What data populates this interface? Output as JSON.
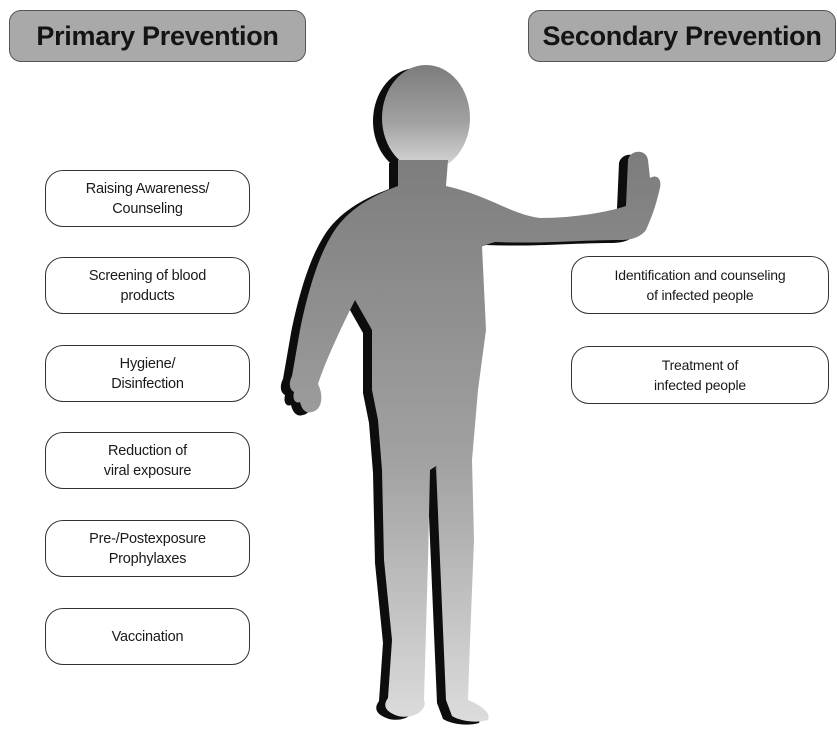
{
  "headers": {
    "primary": "Primary Prevention",
    "secondary": "Secondary Prevention"
  },
  "primary_items": [
    "Raising Awareness/\nCounseling",
    "Screening of blood\nproducts",
    "Hygiene/\nDisinfection",
    "Reduction of\nviral exposure",
    "Pre-/Postexposure\nProphylaxes",
    "Vaccination"
  ],
  "secondary_items": [
    "Identification and counseling\nof infected people",
    "Treatment of\ninfected people"
  ],
  "colors": {
    "header_fill": "#a9a9a9",
    "figure_gradient_top": "#7c7c7c",
    "figure_gradient_bottom": "#d9d9d9",
    "figure_shadow": "#0d0d0d"
  }
}
